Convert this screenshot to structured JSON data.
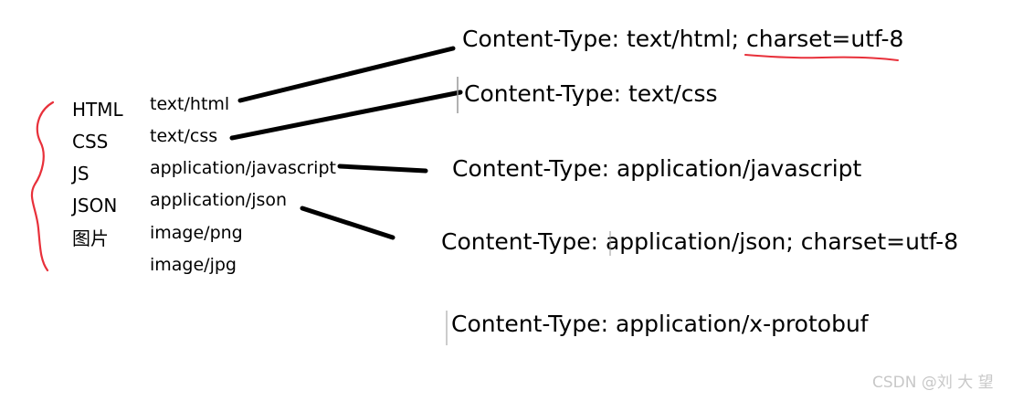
{
  "types": [
    "HTML",
    "CSS",
    "JS",
    "JSON",
    "图片"
  ],
  "mimes": [
    "text/html",
    "text/css",
    "application/javascript",
    "application/json",
    "image/png",
    "image/jpg"
  ],
  "headers": [
    "Content-Type: text/html; charset=utf-8",
    "Content-Type: text/css",
    "Content-Type: application/javascript",
    "Content-Type: application/json; charset=utf-8",
    "Content-Type: application/x-protobuf"
  ],
  "watermark": "CSDN @刘 大 望",
  "colors": {
    "ink": "#000000",
    "bracket": "#e8303a",
    "underline": "#e8303a",
    "watermark": "#c8c8c8"
  }
}
